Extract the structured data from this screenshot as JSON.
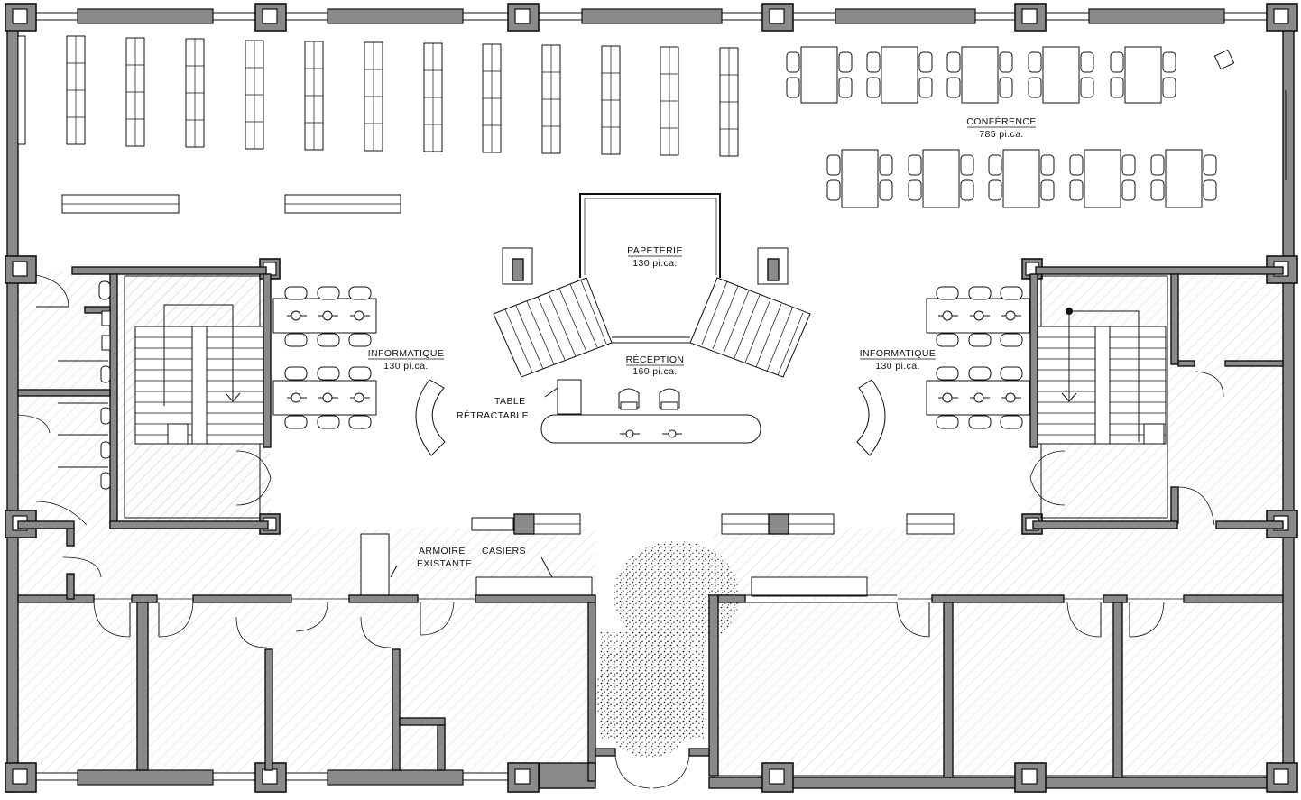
{
  "labels": {
    "conference_name": "CONFÉRENCE",
    "conference_area": "785 pi.ca.",
    "papeterie_name": "PAPETERIE",
    "papeterie_area": "130 pi.ca.",
    "reception_name": "RÉCEPTION",
    "reception_area": "160 pi.ca.",
    "informatique_left_name": "INFORMATIQUE",
    "informatique_left_area": "130 pi.ca.",
    "informatique_right_name": "INFORMATIQUE",
    "informatique_right_area": "130 pi.ca.",
    "table_line1": "TABLE",
    "table_line2": "RÉTRACTABLE",
    "armoire_line1": "ARMOIRE",
    "armoire_line2": "EXISTANTE",
    "casiers": "CASIERS"
  },
  "colors": {
    "wall_fill": "#8a8a8a",
    "line": "#111111",
    "background": "#ffffff"
  }
}
